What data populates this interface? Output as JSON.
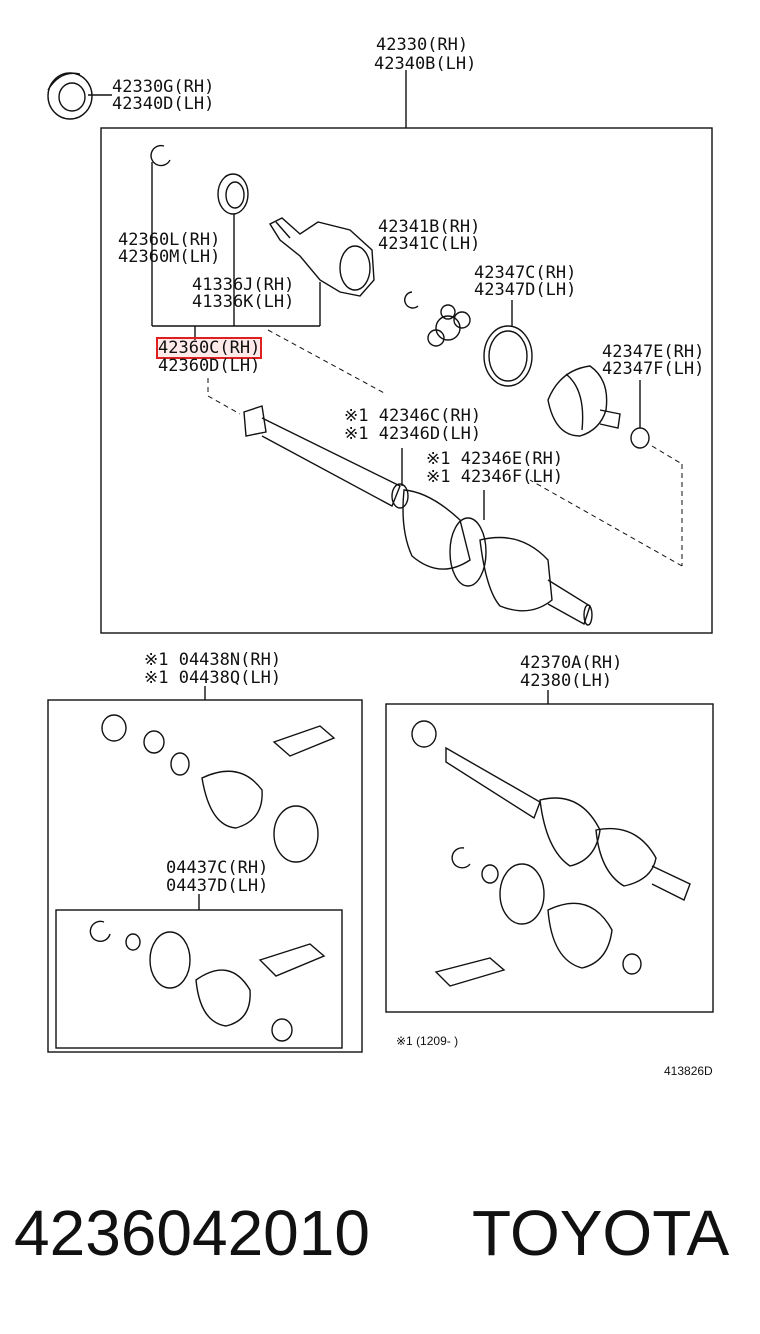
{
  "labels": {
    "top_rh": "42330(RH)",
    "top_lh": "42340B(LH)",
    "cap_rh": "42330G(RH)",
    "cap_lh": "42340D(LH)",
    "snap_rh": "42360L(RH)",
    "snap_lh": "42360M(LH)",
    "seal_rh": "41336J(RH)",
    "seal_lh": "41336K(LH)",
    "tripod_rh": "42341B(RH)",
    "tripod_lh": "42341C(LH)",
    "clamp_rh": "42347C(RH)",
    "clamp_lh": "42347D(LH)",
    "clamp2_rh": "42347E(RH)",
    "clamp2_lh": "42347F(LH)",
    "inboard_rh": "42360C(RH)",
    "inboard_lh": "42360D(LH)",
    "boot_in_rh": "※1 42346C(RH)",
    "boot_in_lh": "※1 42346D(LH)",
    "boot_out_rh": "※1 42346E(RH)",
    "boot_out_lh": "※1 42346F(LH)",
    "kit_rh": "※1 04438N(RH)",
    "kit_lh": "※1 04438Q(LH)",
    "kit2_rh": "04437C(RH)",
    "kit2_lh": "04437D(LH)",
    "outer_rh": "42370A(RH)",
    "outer_lh": "42380(LH)",
    "footnote": "※1 (1209-    )",
    "diagram_id": "413826D"
  },
  "footer": {
    "part_number": "4236042010",
    "brand": "TOYOTA"
  },
  "colors": {
    "line": "#111111",
    "highlight": "#e02020"
  }
}
